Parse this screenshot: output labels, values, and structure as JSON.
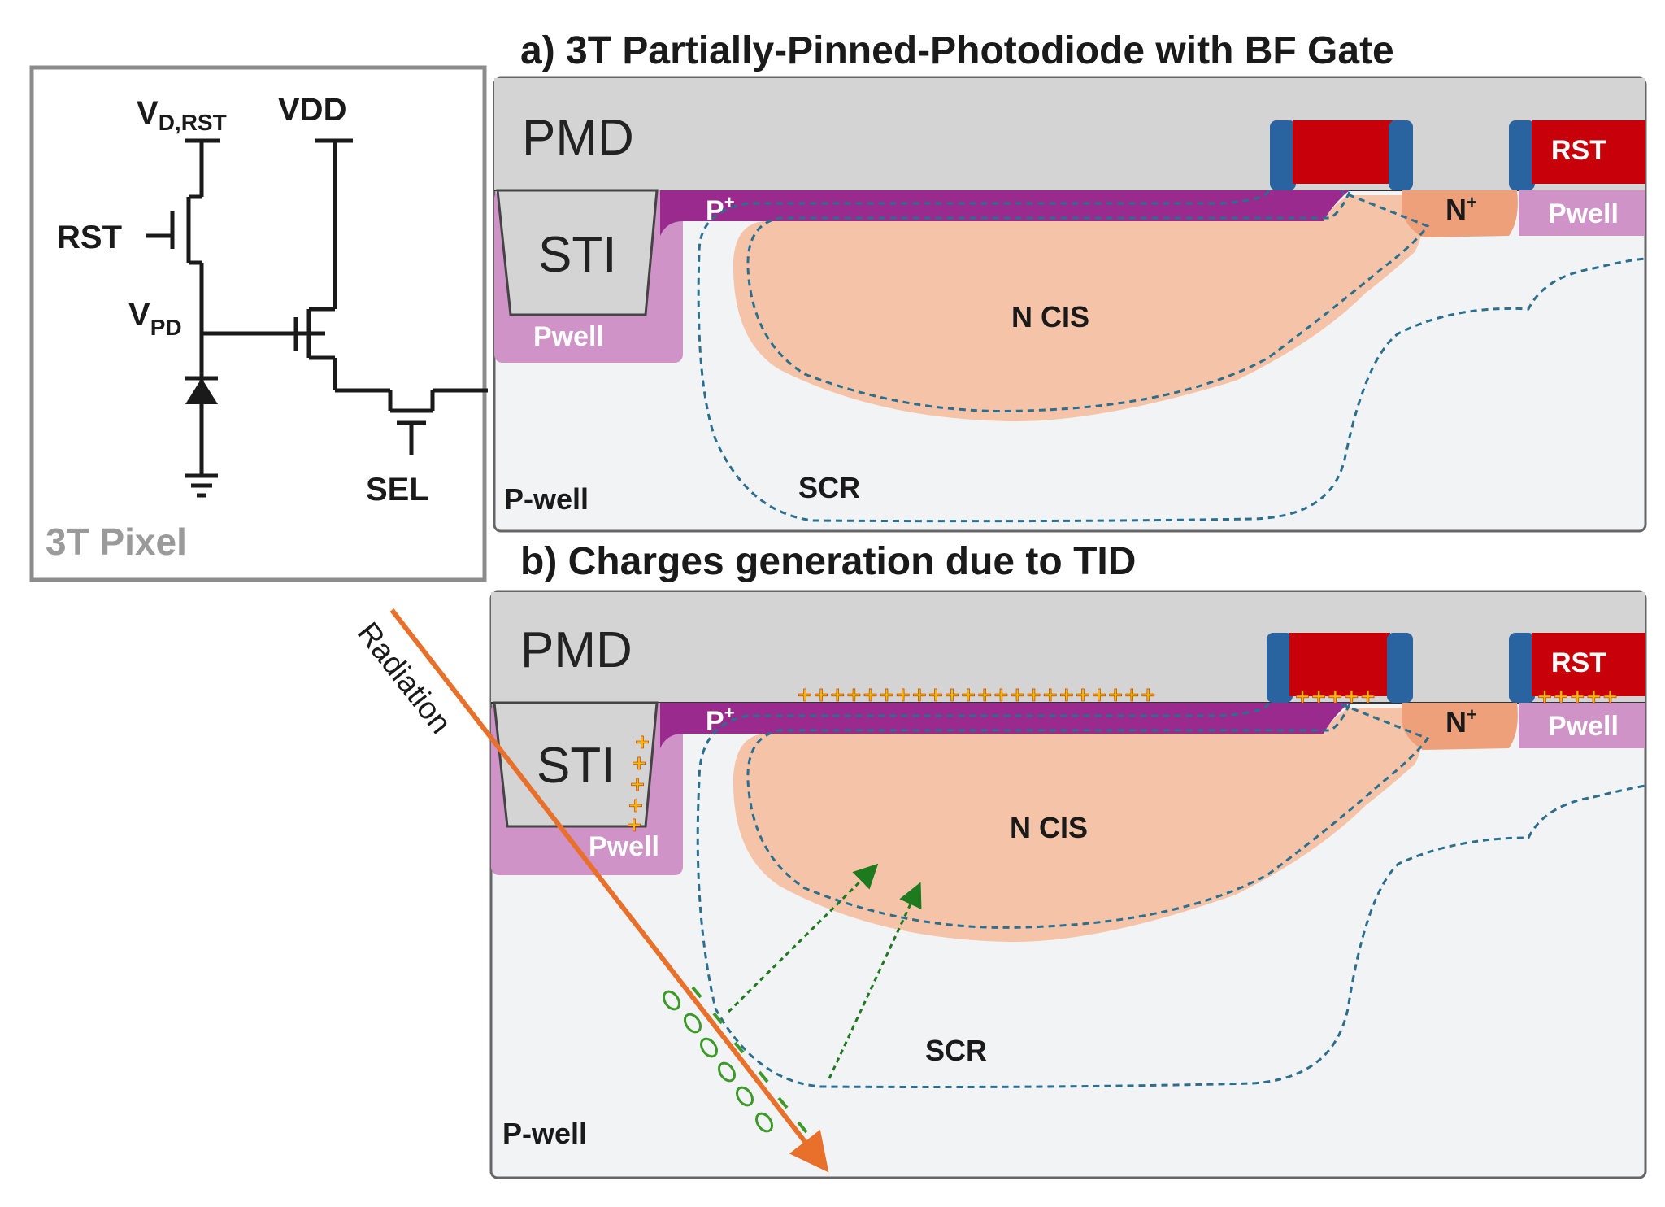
{
  "panel_a": {
    "title": "a) 3T Partially-Pinned-Photodiode with BF Gate",
    "pmd": "PMD",
    "sti": "STI",
    "pwell_sti": "Pwell",
    "p_plus": "P",
    "p_plus_sup": "+",
    "n_cis": "N CIS",
    "n_plus": "N",
    "n_plus_sup": "+",
    "pwell_right": "Pwell",
    "rst": "RST",
    "scr": "SCR",
    "p_well": "P-well"
  },
  "panel_b": {
    "title": "b) Charges generation due to TID",
    "pmd": "PMD",
    "sti": "STI",
    "pwell_sti": "Pwell",
    "p_plus": "P",
    "p_plus_sup": "+",
    "n_cis": "N CIS",
    "n_plus": "N",
    "n_plus_sup": "+",
    "pwell_right": "Pwell",
    "rst": "RST",
    "scr": "SCR",
    "p_well": "P-well",
    "radiation": "Radiation",
    "plus_row_oxide": "++++++++++++++++++++++",
    "plus_row_gate": "+++++",
    "plus_row_rst": "+++++",
    "plus_sti": "+"
  },
  "circuit": {
    "vd_rst": "V",
    "vd_rst_sub": "D,RST",
    "vdd": "VDD",
    "rst": "RST",
    "vpd": "V",
    "vpd_sub": "PD",
    "sel": "SEL",
    "caption": "3T Pixel"
  },
  "colors": {
    "pmd": "#d4d4d4",
    "substrate": "#f2f3f5",
    "p_plus": "#9a2a8e",
    "pwell": "#cf93c8",
    "n_cis": "#f5c4a8",
    "n_plus": "#eea07a",
    "gate_red": "#c8000a",
    "spacer_blue": "#2a64a0",
    "scr_line": "#2a6f8f",
    "radiation": "#e8702a",
    "holes": "#3c9a28",
    "positive_charge": "#f2c200"
  }
}
